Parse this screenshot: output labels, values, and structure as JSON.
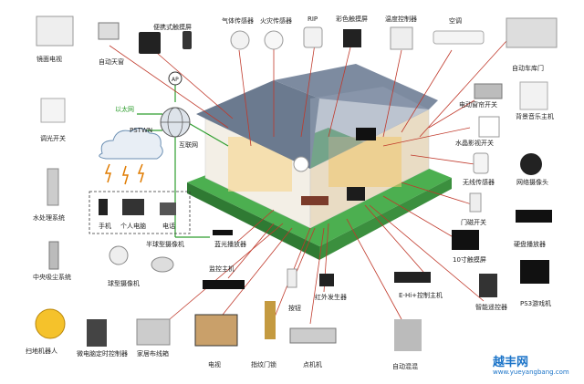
{
  "labels": {
    "mirror_tv": "镜面电视",
    "auto_skylight": "自动天窗",
    "portable_touch": "便携式触摸屏",
    "gas_sensor": "气体传感器",
    "fire_sensor": "火灾传感器",
    "rip": "RIP",
    "color_touch": "彩色触摸屏",
    "thermostat": "温度控制器",
    "ac": "空调",
    "auto_garage": "自动车库门",
    "ap": "AP",
    "ethernet": "以太网",
    "pstwn": "PSTWN",
    "internet": "互联网",
    "curtain_switch": "电动窗帘开关",
    "background_music": "背景音乐主机",
    "dimmer": "调光开关",
    "crystal_tv": "水晶影视开关",
    "water_system": "水处理系统",
    "wireless_sensor": "无线传感器",
    "network_camera": "网络摄像头",
    "phone": "手机",
    "pc": "个人电脑",
    "telephone": "电话",
    "door_switch": "门磁开关",
    "vacuum": "中央吸尘系统",
    "hemisphere_camera": "半球型摄像机",
    "bluray": "蓝光播放器",
    "touch_10": "10寸触摸屏",
    "hdd_player": "硬盘播放器",
    "dome_camera": "球型摄像机",
    "control_host": "监控主机",
    "emergency": "按钮",
    "ir_transmitter": "红外发生器",
    "ehi_host": "E-Hi+控制主机",
    "smart_remote": "智能遥控器",
    "ps3": "PS3游戏机",
    "sweeper": "扫地机器人",
    "micro_power": "微电脑定时控制器",
    "wiring_box": "家居布线箱",
    "tv": "电视",
    "fingerprint_lock": "指纹门锁",
    "amplifier": "点机机",
    "audio": "自动混混"
  },
  "watermark": {
    "text": "越丰网",
    "url": "www.yueyangbang.com"
  },
  "colors": {
    "red_line": "#c0392b",
    "green_line": "#2e9e2e",
    "house_roof": "#6b7a8f",
    "house_wall": "#f3efe6",
    "grass": "#4caf50"
  }
}
